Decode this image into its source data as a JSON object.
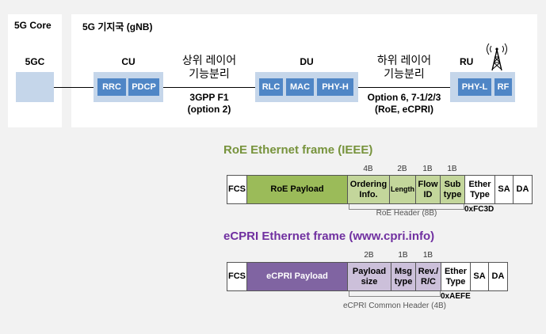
{
  "core": {
    "title": "5G Core",
    "node": "5GC"
  },
  "gnb": {
    "title": "5G 기지국 (gNB)",
    "cu": {
      "label": "CU",
      "functions": [
        "RRC",
        "PDCP"
      ]
    },
    "du": {
      "label": "DU",
      "functions": [
        "RLC",
        "MAC",
        "PHY-H"
      ]
    },
    "ru": {
      "label": "RU",
      "functions": [
        "PHY-L",
        "RF"
      ]
    },
    "upper_split": {
      "line1": "상위 레이어",
      "line2": "기능분리",
      "detail1": "3GPP F1",
      "detail2": "(option 2)"
    },
    "lower_split": {
      "line1": "하위 레이어",
      "line2": "기능분리",
      "detail1": "Option 6, 7-1/2/3",
      "detail2": "(RoE, eCPRI)"
    }
  },
  "roe": {
    "title": "RoE Ethernet frame (IEEE)",
    "fields": {
      "fcs": "FCS",
      "payload": "RoE Payload",
      "ordering": [
        "Ordering",
        "Info."
      ],
      "length": "Length",
      "flow": [
        "Flow",
        "ID"
      ],
      "subtype": [
        "Sub",
        "type"
      ],
      "ethertype": [
        "Ether",
        "Type"
      ],
      "sa": "SA",
      "da": "DA"
    },
    "sizes": {
      "ordering": "4B",
      "length": "2B",
      "flow": "1B",
      "subtype": "1B"
    },
    "header_label": "RoE Header (8B)",
    "ethertype_value": "0xFC3D"
  },
  "ecpri": {
    "title": "eCPRI Ethernet frame (www.cpri.info)",
    "fields": {
      "fcs": "FCS",
      "payload": "eCPRI Payload",
      "payload_size": [
        "Payload",
        "size"
      ],
      "msg_type": [
        "Msg",
        "type"
      ],
      "rev": [
        "Rev./",
        "R/C"
      ],
      "ethertype": [
        "Ether",
        "Type"
      ],
      "sa": "SA",
      "da": "DA"
    },
    "sizes": {
      "payload_size": "2B",
      "msg_type": "1B",
      "rev": "1B"
    },
    "header_label": "eCPRI Common Header (4B)",
    "ethertype_value": "0xAEFE"
  },
  "colors": {
    "background": "#f2f2f2",
    "group": "#c5d6ea",
    "function": "#4f86c6",
    "roe_title": "#77933c",
    "roe_payload": "#9bbb59",
    "roe_header": "#c3d69b",
    "ecpri_title": "#7030a0",
    "ecpri_payload": "#8064a2",
    "ecpri_header": "#ccc0da"
  }
}
